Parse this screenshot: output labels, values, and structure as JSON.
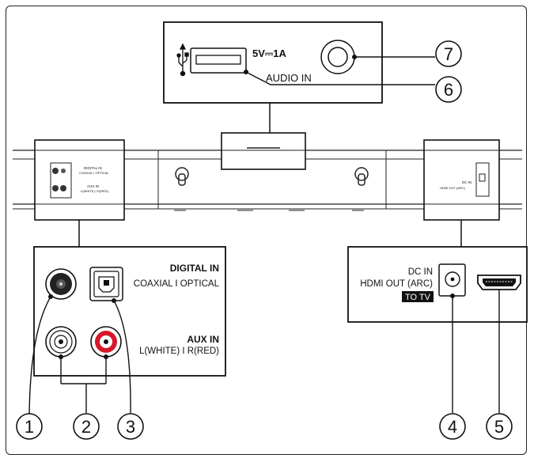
{
  "top_panel": {
    "power_label": "5V⎓1A",
    "audio_label": "AUDIO IN"
  },
  "soundbar": {
    "left_small_1": "DIGITAL IN",
    "left_small_2": "COAXIAL  I  OPTICAL",
    "left_small_3": "AUX IN",
    "left_small_4": "L(WHITE)  I  R(RED)",
    "right_small_1": "DC IN",
    "right_small_2": "HDMI OUT (ARC)"
  },
  "left_panel": {
    "digital_title": "DIGITAL IN",
    "digital_sub": "COAXIAL  I  OPTICAL",
    "aux_title": "AUX IN",
    "aux_sub": "L(WHITE)  I  R(RED)"
  },
  "right_panel": {
    "dc_label": "DC IN",
    "hdmi_label": "HDMI OUT (ARC)",
    "to_tv_label": "TO TV"
  },
  "callouts": [
    "1",
    "2",
    "3",
    "4",
    "5",
    "6",
    "7"
  ],
  "colors": {
    "red_jack": "#d7182a",
    "line": "#111111"
  }
}
